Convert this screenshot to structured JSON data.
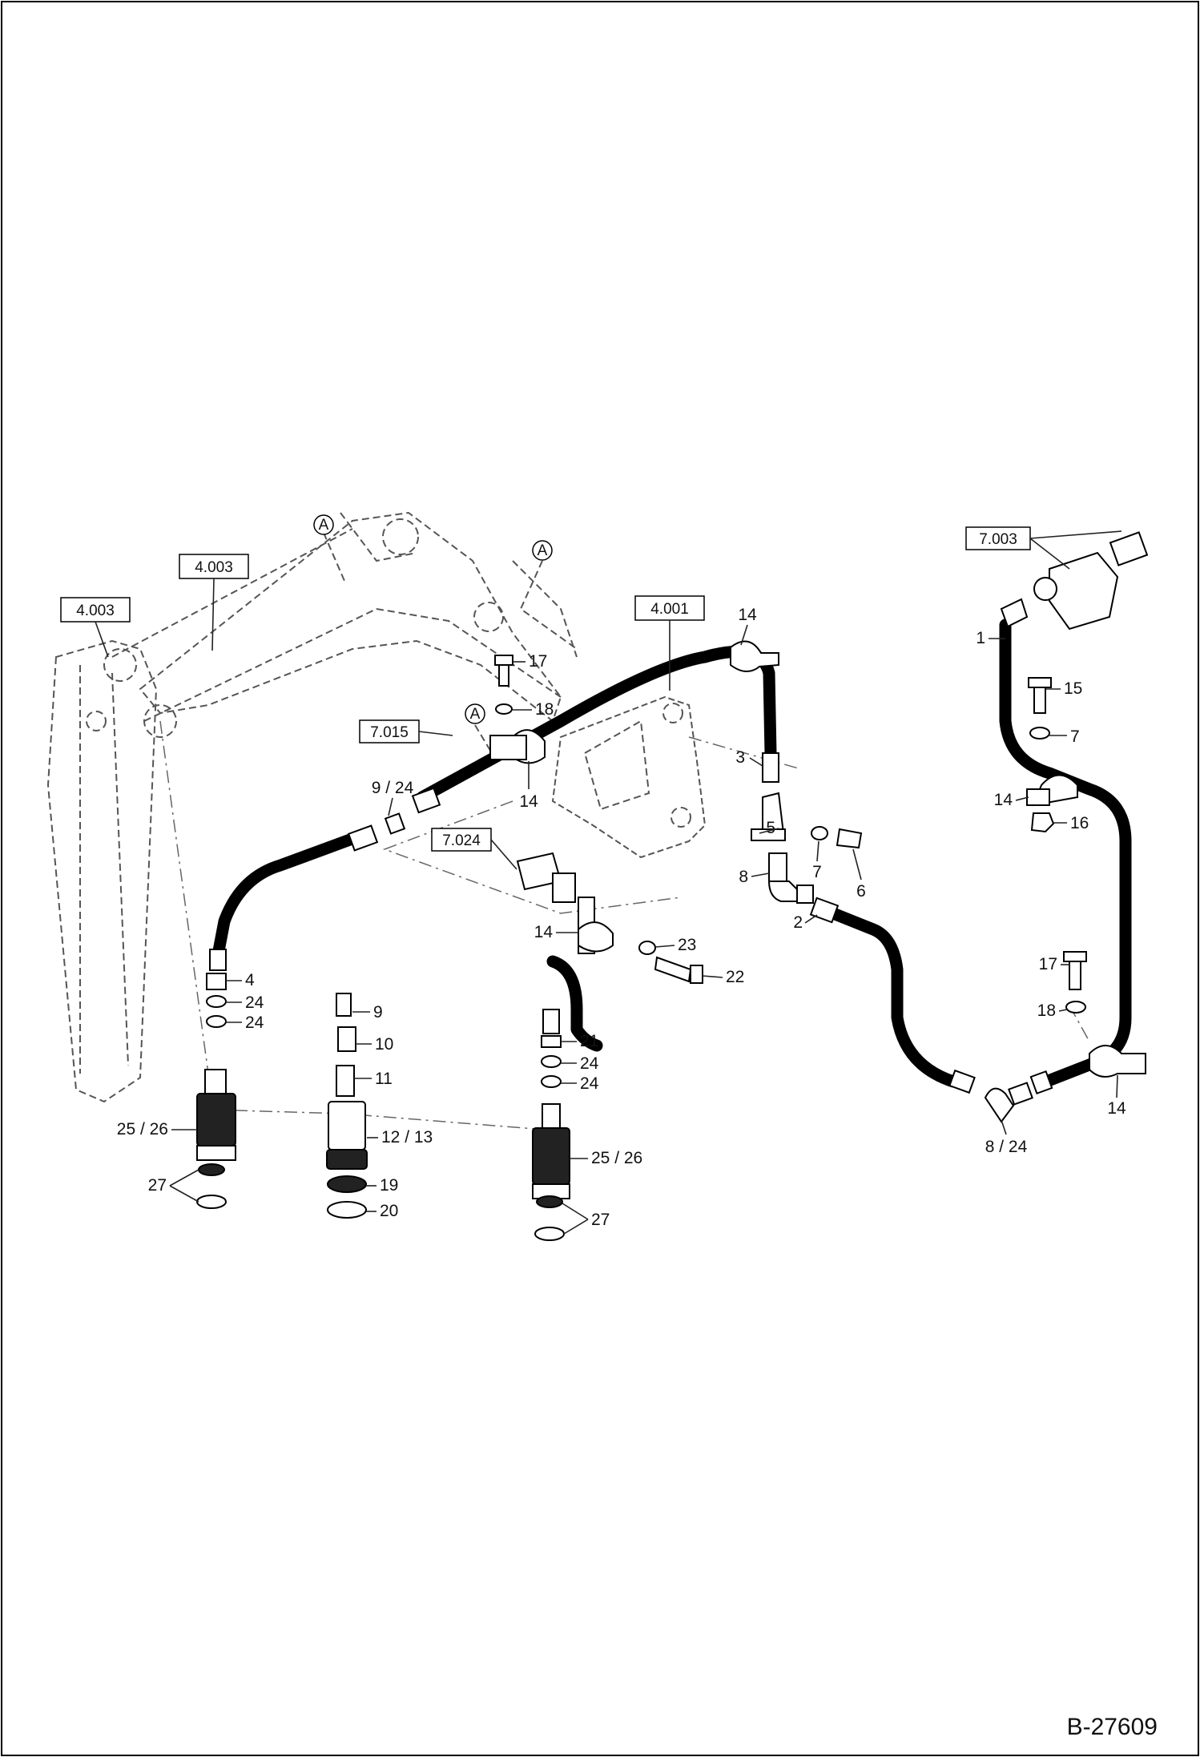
{
  "drawing_id": "B-27609",
  "reference_boxes": [
    {
      "id": "ref-4003-a",
      "text": "4.003"
    },
    {
      "id": "ref-4003-b",
      "text": "4.003"
    },
    {
      "id": "ref-4001",
      "text": "4.001"
    },
    {
      "id": "ref-7015",
      "text": "7.015"
    },
    {
      "id": "ref-7024",
      "text": "7.024"
    },
    {
      "id": "ref-7003",
      "text": "7.003"
    }
  ],
  "detail_markers": [
    "A",
    "A",
    "A"
  ],
  "callouts": [
    "14",
    "17",
    "18",
    "14",
    "9 / 24",
    "3",
    "5",
    "7",
    "6",
    "8",
    "2",
    "4",
    "24",
    "24",
    "9",
    "10",
    "11",
    "25 / 26",
    "12 / 13",
    "27",
    "19",
    "20",
    "21",
    "24",
    "24",
    "14",
    "23",
    "22",
    "25 / 26",
    "27",
    "1",
    "15",
    "7",
    "14",
    "16",
    "17",
    "18",
    "14",
    "8 / 24"
  ]
}
